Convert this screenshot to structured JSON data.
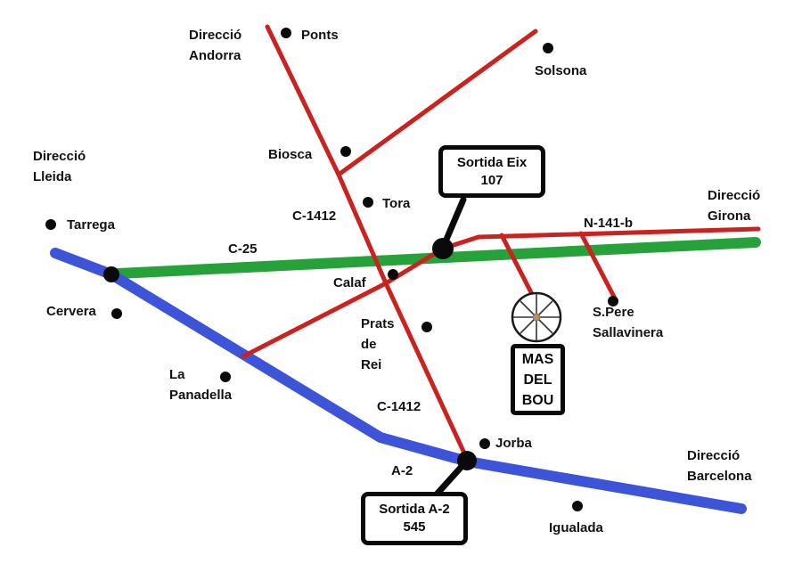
{
  "colors": {
    "road_red": "#c9221f",
    "road_green": "#27a23a",
    "road_blue": "#3d53d8",
    "ink_black": "#0a0a0a",
    "windmill_hub": "#bb9155",
    "windmill_rim": "#1a1a1a"
  },
  "icons": {
    "landmark": "windmill-icon"
  },
  "roads": {
    "c25_label": "C-25",
    "a2_label": "A-2",
    "c1412_north_label": "C-1412",
    "c1412_south_label": "C-1412",
    "n141b_label": "N-141-b"
  },
  "directions": {
    "andorra": {
      "line1": "Direcció",
      "line2": "Andorra"
    },
    "lleida": {
      "line1": "Direcció",
      "line2": "Lleida"
    },
    "girona": {
      "line1": "Direcció",
      "line2": "Girona"
    },
    "barcelona": {
      "line1": "Direcció",
      "line2": "Barcelona"
    }
  },
  "towns": {
    "ponts": "Ponts",
    "solsona": "Solsona",
    "biosca": "Biosca",
    "tora": "Tora",
    "tarrega": "Tarrega",
    "cervera": "Cervera",
    "calaf": "Calaf",
    "jorba": "Jorba",
    "igualada": "Igualada",
    "prats": {
      "line1": "Prats",
      "line2": "de",
      "line3": "Rei"
    },
    "la_panadella": {
      "line1": "La",
      "line2": "Panadella"
    },
    "s_pere": {
      "line1": "S.Pere",
      "line2": "Sallavinera"
    }
  },
  "exits": {
    "eix": {
      "line1": "Sortida Eix",
      "line2": "107"
    },
    "a2": {
      "line1": "Sortida A-2",
      "line2": "545"
    }
  },
  "destination": {
    "line1": "MAS",
    "line2": "DEL",
    "line3": "BOU"
  }
}
